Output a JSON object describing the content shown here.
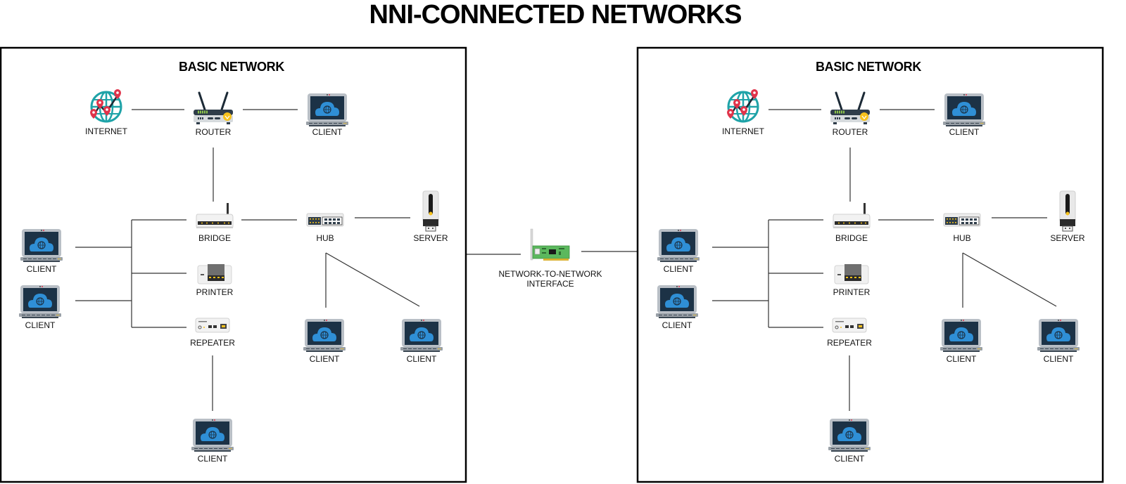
{
  "title": "NNI-CONNECTED NETWORKS",
  "colors": {
    "globe": "#1fa3a8",
    "pin": "#e0344b",
    "router_body": "#2f3d4a",
    "router_led": "#8bc34a",
    "router_wifi": "#f6c21c",
    "laptop_frame": "#b9bfc6",
    "laptop_screen": "#1c3246",
    "cloud": "#2f8fd6",
    "nic_board": "#5bb85d"
  },
  "interface": {
    "label_line1": "NETWORK-TO-NETWORK",
    "label_line2": "INTERFACE",
    "icon": "network-card-icon"
  },
  "networks": [
    {
      "title": "BASIC NETWORK",
      "nodes": {
        "internet": {
          "label": "INTERNET",
          "icon": "globe-pins-icon"
        },
        "router": {
          "label": "ROUTER",
          "icon": "router-icon"
        },
        "client_top": {
          "label": "CLIENT",
          "icon": "laptop-icon"
        },
        "bridge": {
          "label": "BRIDGE",
          "icon": "bridge-icon"
        },
        "hub": {
          "label": "HUB",
          "icon": "hub-icon"
        },
        "server": {
          "label": "SERVER",
          "icon": "server-icon"
        },
        "client_left_1": {
          "label": "CLIENT",
          "icon": "laptop-icon"
        },
        "client_left_2": {
          "label": "CLIENT",
          "icon": "laptop-icon"
        },
        "printer": {
          "label": "PRINTER",
          "icon": "printer-icon"
        },
        "repeater": {
          "label": "REPEATER",
          "icon": "repeater-icon"
        },
        "client_hub_1": {
          "label": "CLIENT",
          "icon": "laptop-icon"
        },
        "client_hub_2": {
          "label": "CLIENT",
          "icon": "laptop-icon"
        },
        "client_bottom": {
          "label": "CLIENT",
          "icon": "laptop-icon"
        }
      }
    },
    {
      "title": "BASIC NETWORK",
      "nodes": {
        "internet": {
          "label": "INTERNET",
          "icon": "globe-pins-icon"
        },
        "router": {
          "label": "ROUTER",
          "icon": "router-icon"
        },
        "client_top": {
          "label": "CLIENT",
          "icon": "laptop-icon"
        },
        "bridge": {
          "label": "BRIDGE",
          "icon": "bridge-icon"
        },
        "hub": {
          "label": "HUB",
          "icon": "hub-icon"
        },
        "server": {
          "label": "SERVER",
          "icon": "server-icon"
        },
        "client_left_1": {
          "label": "CLIENT",
          "icon": "laptop-icon"
        },
        "client_left_2": {
          "label": "CLIENT",
          "icon": "laptop-icon"
        },
        "printer": {
          "label": "PRINTER",
          "icon": "printer-icon"
        },
        "repeater": {
          "label": "REPEATER",
          "icon": "repeater-icon"
        },
        "client_hub_1": {
          "label": "CLIENT",
          "icon": "laptop-icon"
        },
        "client_hub_2": {
          "label": "CLIENT",
          "icon": "laptop-icon"
        },
        "client_bottom": {
          "label": "CLIENT",
          "icon": "laptop-icon"
        }
      }
    }
  ]
}
